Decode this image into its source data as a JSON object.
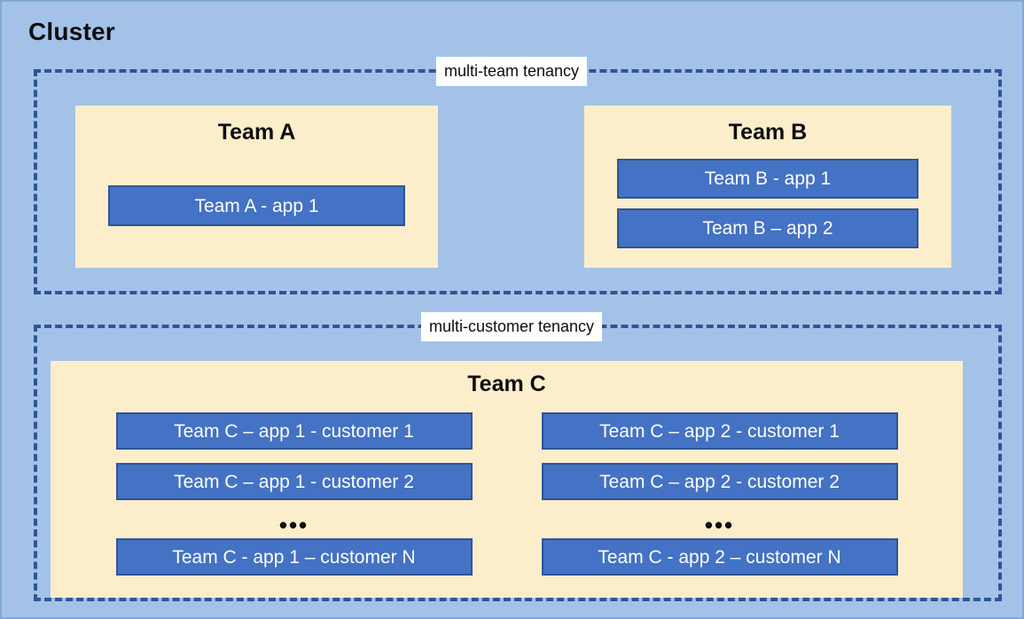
{
  "diagram": {
    "title": "Cluster",
    "background_color": "#a4c2e8",
    "zone_border_color": "#2f5597",
    "team_box_color": "#fceecb",
    "app_box_color": "#4472c4",
    "app_box_border_color": "#2f5597",
    "app_text_color": "#ffffff"
  },
  "zones": [
    {
      "id": "multi-team",
      "label": "multi-team tenancy",
      "teams": [
        {
          "id": "team-a",
          "title": "Team A",
          "apps": [
            {
              "label": "Team A - app 1"
            }
          ]
        },
        {
          "id": "team-b",
          "title": "Team B",
          "apps": [
            {
              "label": "Team B - app 1"
            },
            {
              "label": "Team B – app 2"
            }
          ]
        }
      ]
    },
    {
      "id": "multi-customer",
      "label": "multi-customer tenancy",
      "teams": [
        {
          "id": "team-c",
          "title": "Team C",
          "columns": [
            {
              "id": "team-c-app-1",
              "items": [
                {
                  "label": "Team C – app 1 - customer 1"
                },
                {
                  "label": "Team C – app 1 - customer 2"
                }
              ],
              "ellipsis": "•••",
              "last_item": {
                "label": "Team C - app 1 – customer N"
              }
            },
            {
              "id": "team-c-app-2",
              "items": [
                {
                  "label": "Team C – app 2 - customer 1"
                },
                {
                  "label": "Team C – app 2 - customer 2"
                }
              ],
              "ellipsis": "•••",
              "last_item": {
                "label": "Team C - app 2 – customer N"
              }
            }
          ]
        }
      ]
    }
  ]
}
